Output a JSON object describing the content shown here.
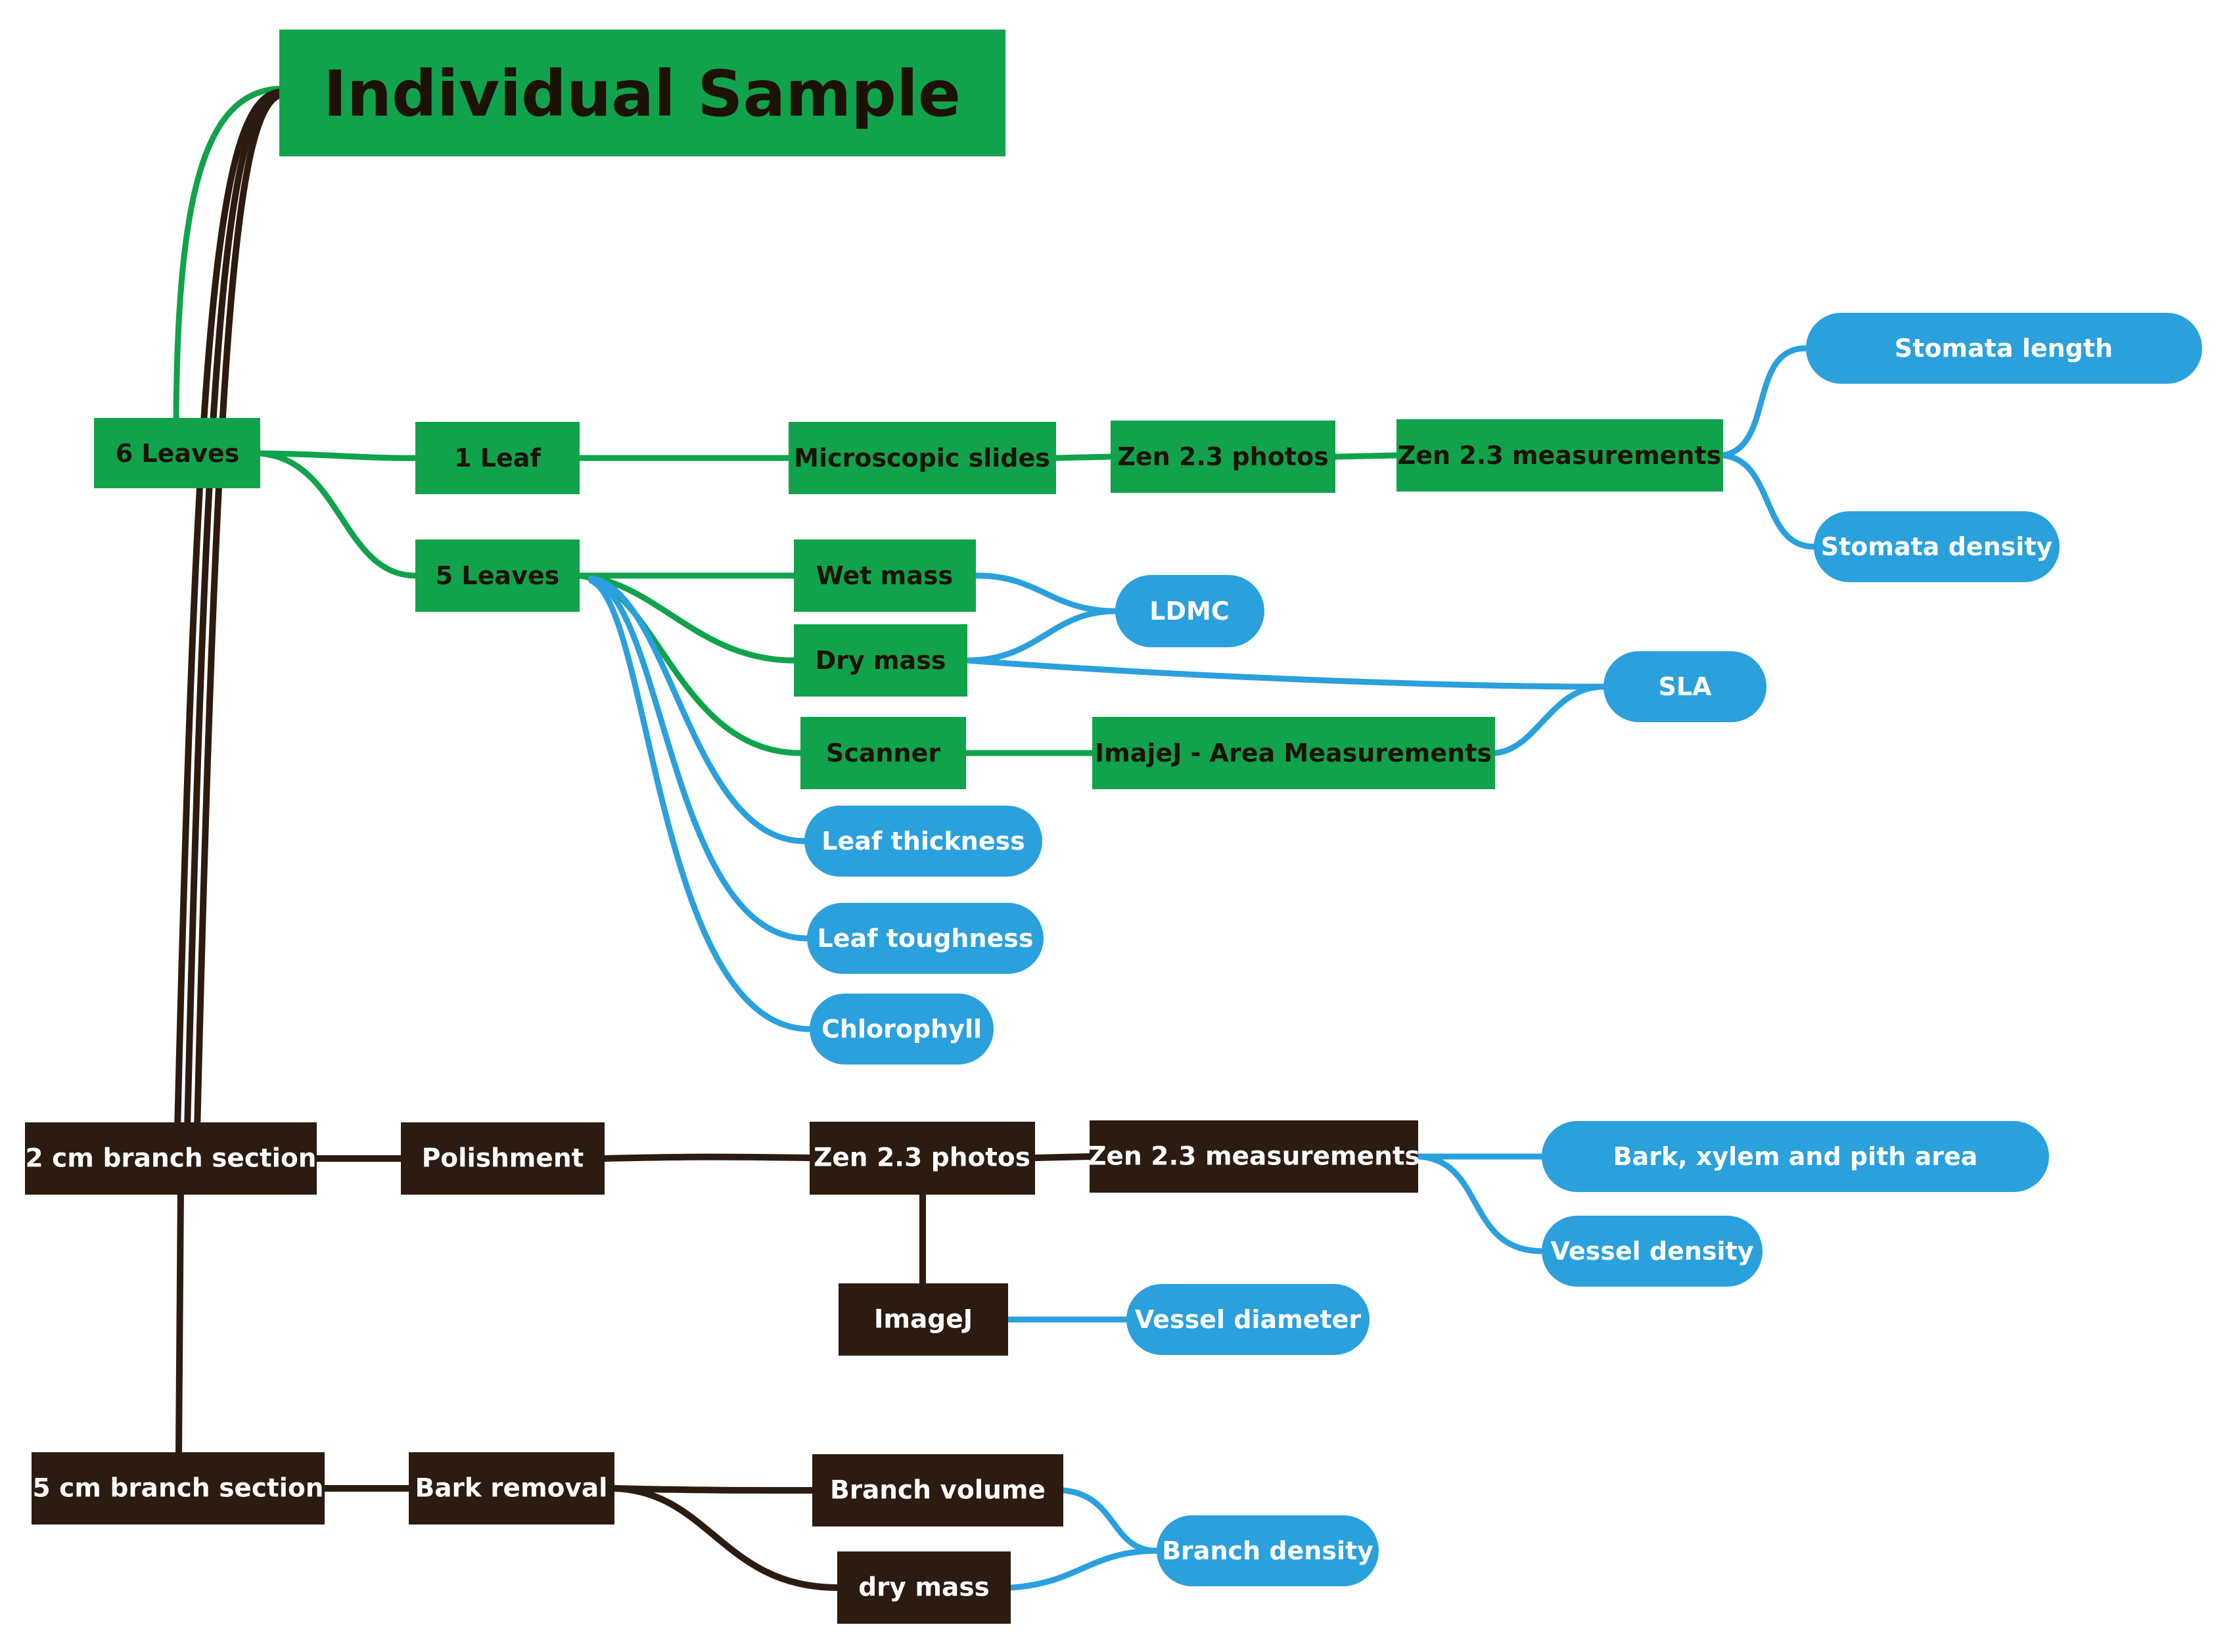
{
  "colors": {
    "green": "#10a34b",
    "brown": "#2c1b10",
    "blue": "#2aa0dd",
    "text_dark": "#1c1208",
    "text_light": "#ffffff"
  },
  "nodes": {
    "individual_sample": "Individual Sample",
    "six_leaves": "6 Leaves",
    "one_leaf": "1 Leaf",
    "microscopic_slides": "Microscopic slides",
    "zen_photos_leaf": "Zen 2.3 photos",
    "zen_measurements_leaf": "Zen 2.3 measurements",
    "stomata_length": "Stomata length",
    "stomata_density": "Stomata density",
    "five_leaves": "5 Leaves",
    "wet_mass": "Wet mass",
    "dry_mass": "Dry mass",
    "ldmc": "LDMC",
    "sla": "SLA",
    "scanner": "Scanner",
    "imagej_area": "ImajeJ - Area Measurements",
    "leaf_thickness": "Leaf thickness",
    "leaf_toughness": "Leaf toughness",
    "chlorophyll": "Chlorophyll",
    "branch_2cm": "2 cm branch section",
    "polishment": "Polishment",
    "zen_photos_branch": "Zen 2.3 photos",
    "zen_measurements_branch": "Zen 2.3 measurements",
    "bark_xylem_pith": "Bark, xylem and pith area",
    "vessel_density": "Vessel density",
    "imagej_branch": "ImageJ",
    "vessel_diameter": "Vessel diameter",
    "branch_5cm": "5 cm branch section",
    "bark_removal": "Bark removal",
    "branch_volume": "Branch volume",
    "branch_dry_mass": "dry mass",
    "branch_density": "Branch density"
  }
}
